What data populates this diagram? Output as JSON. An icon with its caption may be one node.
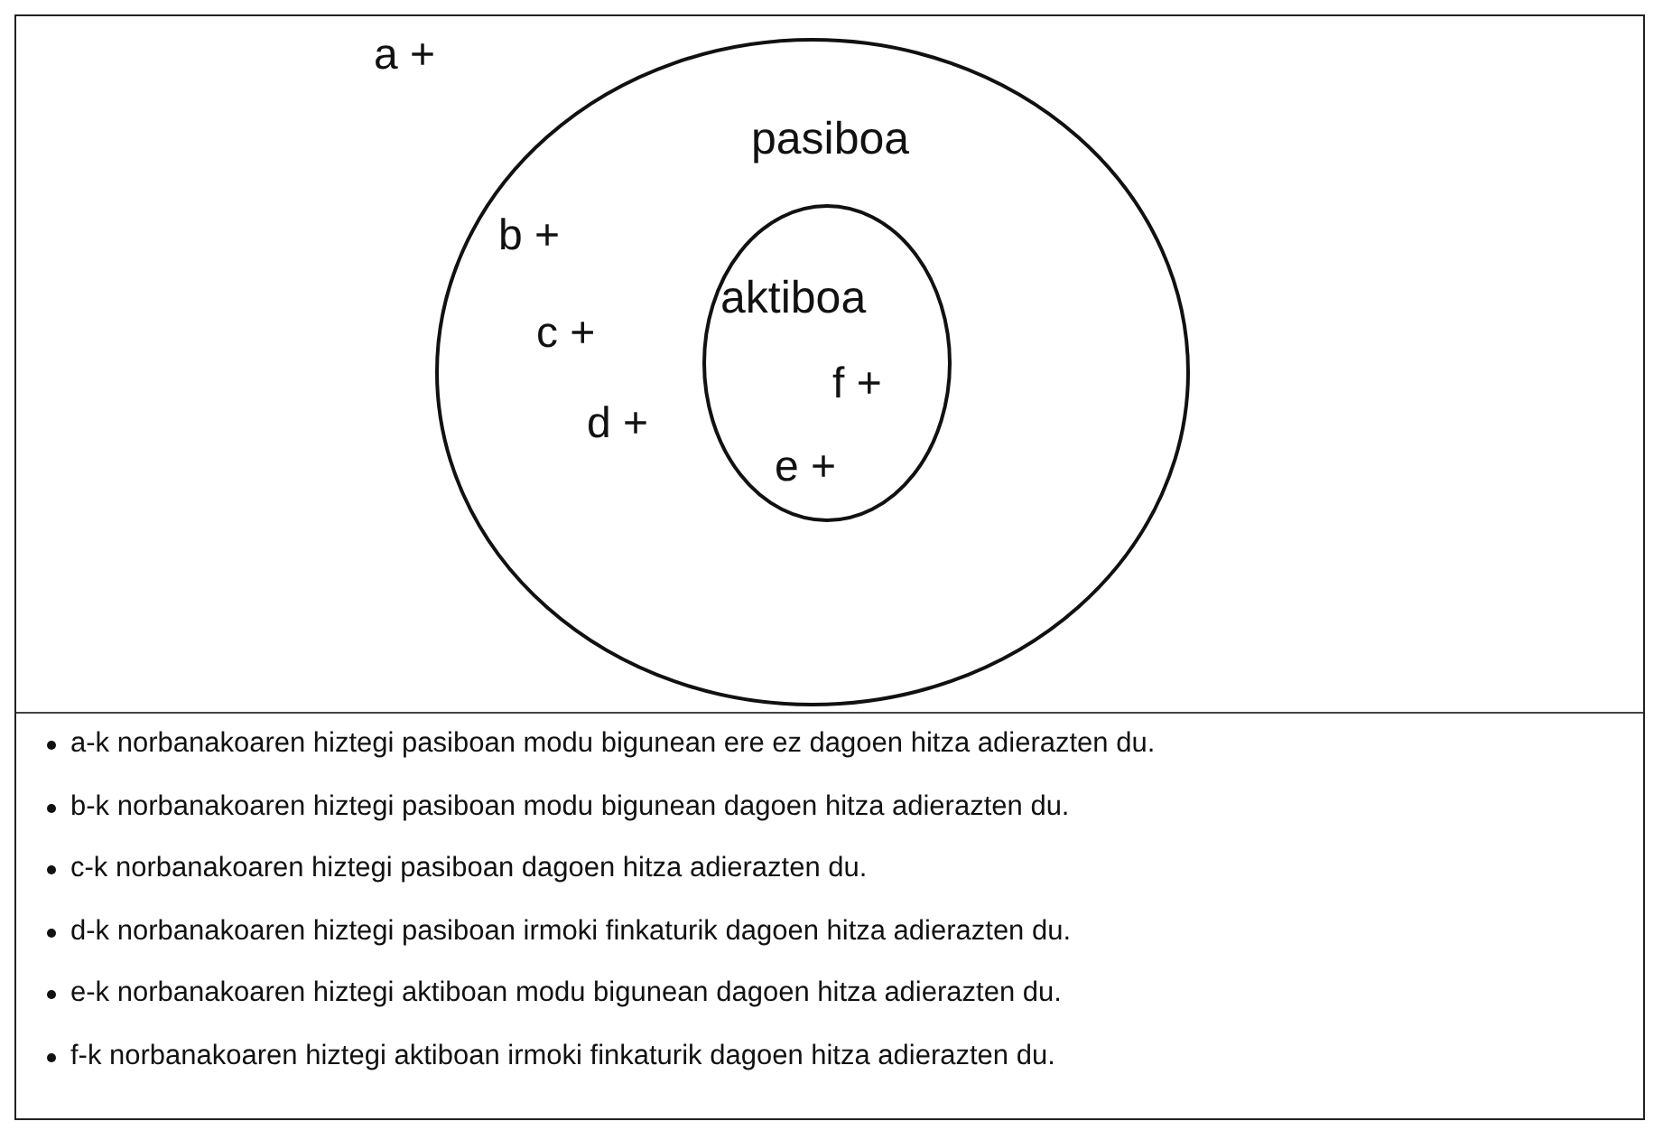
{
  "diagram": {
    "nodes": [
      {
        "text": [
          "pasiboa"
        ]
      },
      {
        "text": [
          "aktiboa"
        ],
        "in": 0
      }
    ],
    "labels": [
      "a +",
      "b +",
      "c +",
      "d +",
      "f +",
      "e +",
      "a-k norbanakoaren hiztegi pasiboan modu bigunean ere ez dagoen hitza adierazten du.",
      "b-k norbanakoaren hiztegi pasiboan modu bigunean dagoen hitza adierazten du.",
      "c-k norbanakoaren hiztegi pasiboan dagoen hitza adierazten du.",
      "d-k norbanakoaren hiztegi pasiboan irmoki finkaturik dagoen hitza adierazten du.",
      "e-k norbanakoaren hiztegi aktiboan modu bigunean dagoen hitza adierazten du.",
      "f-k norbanakoaren hiztegi aktiboan irmoki finkaturik dagoen hitza adierazten du."
    ]
  }
}
